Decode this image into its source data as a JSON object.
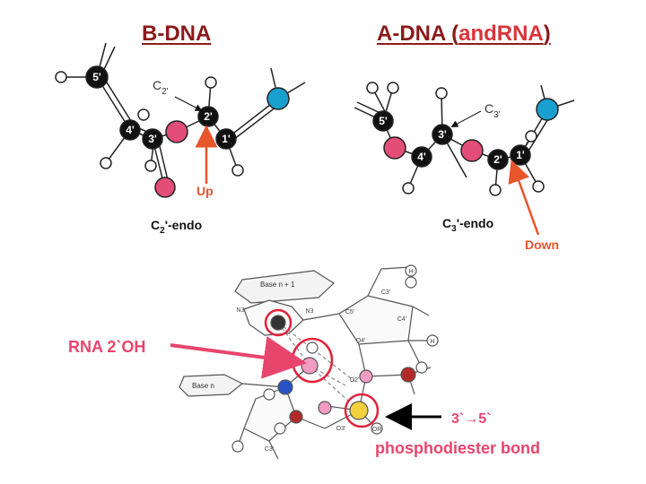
{
  "titles": {
    "b_dna": "B-DNA",
    "a_dna_prefix": "A-DNA (",
    "a_dna_accent": "andRNA",
    "a_dna_suffix": ")"
  },
  "b_dna": {
    "atoms": [
      "5'",
      "4'",
      "3'",
      "2'",
      "1'"
    ],
    "c_label": "C",
    "c_sub": "2'",
    "pucker_prefix": "C",
    "pucker_sub": "2",
    "pucker_suffix": "'-endo",
    "arrow_label": "Up"
  },
  "a_dna": {
    "atoms": [
      "5'",
      "3'",
      "4'",
      "2'",
      "1'"
    ],
    "c_label": "C",
    "c_sub": "3'",
    "pucker_prefix": "C",
    "pucker_sub": "3",
    "pucker_suffix": "'-endo",
    "arrow_label": "Down"
  },
  "bottom": {
    "base_n1": "Base n + 1",
    "base_n": "Base n",
    "rna_label": "RNA 2`OH",
    "bond_line1": "3`→5`",
    "bond_line2": "phosphodiester bond",
    "small_labels": [
      "N3",
      "N3",
      "C5'",
      "C3'",
      "C4'",
      "O4'",
      "O3'",
      "O2'",
      "OR",
      "H",
      "H",
      "C3'"
    ]
  },
  "colors": {
    "title_dark_red": "#8b1a1a",
    "title_red": "#d9343a",
    "arrow_orange": "#e8552b",
    "pink_label": "#e8456d",
    "atom_pink": "#e24e78",
    "atom_cyan": "#1aa0cf",
    "atom_black": "#111111"
  }
}
